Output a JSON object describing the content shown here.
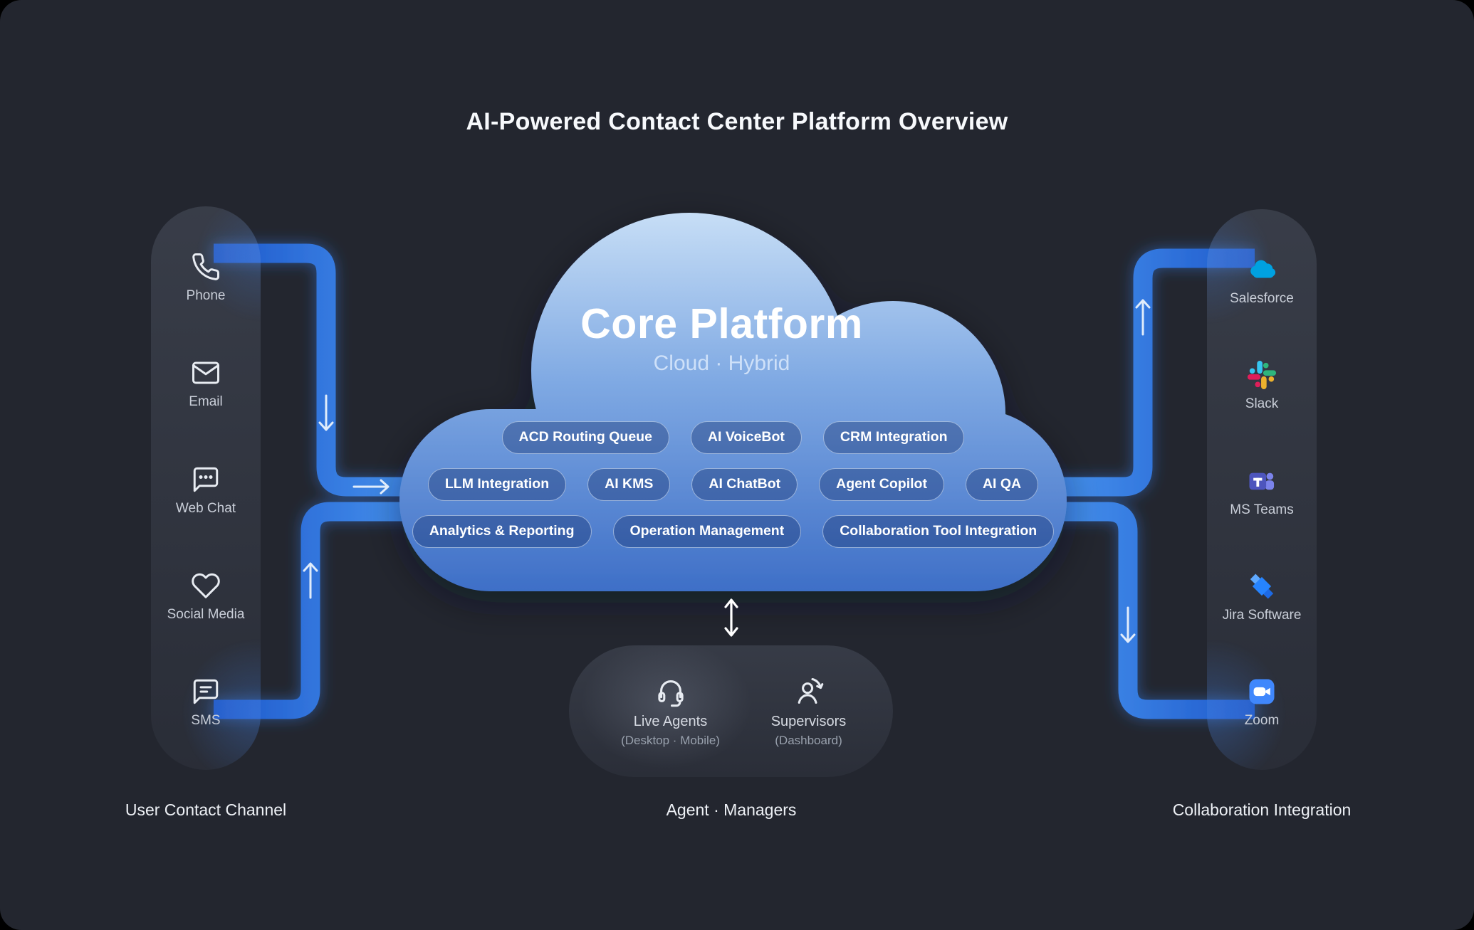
{
  "title": "AI-Powered Contact Center Platform Overview",
  "left_panel": {
    "caption": "User Contact Channel",
    "items": [
      {
        "label": "Phone",
        "icon": "phone-icon"
      },
      {
        "label": "Email",
        "icon": "email-icon"
      },
      {
        "label": "Web Chat",
        "icon": "web-chat-icon"
      },
      {
        "label": "Social Media",
        "icon": "heart-icon"
      },
      {
        "label": "SMS",
        "icon": "sms-icon"
      }
    ]
  },
  "cloud": {
    "title": "Core Platform",
    "subtitle": "Cloud · Hybrid",
    "chip_rows": [
      [
        "ACD Routing Queue",
        "AI VoiceBot",
        "CRM Integration"
      ],
      [
        "LLM Integration",
        "AI KMS",
        "AI ChatBot",
        "Agent Copilot",
        "AI QA"
      ],
      [
        "Analytics & Reporting",
        "Operation Management",
        "Collaboration Tool Integration"
      ]
    ]
  },
  "agents_panel": {
    "caption": "Agent · Managers",
    "items": [
      {
        "label": "Live Agents",
        "sublabel": "(Desktop · Mobile)",
        "icon": "headset-icon"
      },
      {
        "label": "Supervisors",
        "sublabel": "(Dashboard)",
        "icon": "supervisor-icon"
      }
    ]
  },
  "right_panel": {
    "caption": "Collaboration Integration",
    "items": [
      {
        "label": "Salesforce",
        "icon": "salesforce-icon"
      },
      {
        "label": "Slack",
        "icon": "slack-icon"
      },
      {
        "label": "MS Teams",
        "icon": "ms-teams-icon"
      },
      {
        "label": "Jira Software",
        "icon": "jira-icon"
      },
      {
        "label": "Zoom",
        "icon": "zoom-icon"
      }
    ]
  },
  "colors": {
    "background": "#23262f",
    "cloud_top": "#c7def6",
    "cloud_bottom": "#3e6fc7",
    "pipe_accent": "#2f7ae5",
    "salesforce": "#00A1E0",
    "slack_blue": "#36C5F0",
    "slack_green": "#2EB67D",
    "slack_yellow": "#ECB22E",
    "slack_red": "#E01E5A",
    "ms_teams": "#4D55BD",
    "jira": "#2684FF",
    "zoom": "#4087FC"
  }
}
